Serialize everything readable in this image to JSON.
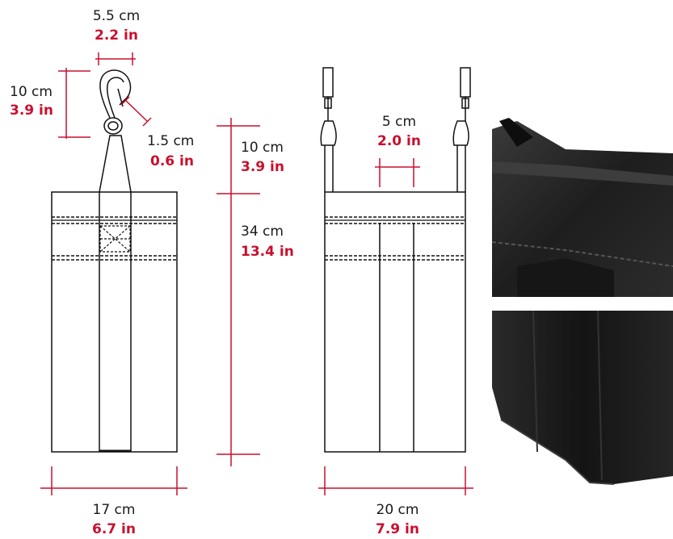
{
  "colors": {
    "dimension_line": "#c8102e",
    "dimension_text_metric": "#1a1a1a",
    "dimension_text_imperial": "#c8102e",
    "drawing_line": "#111111",
    "photo_dark": "#1c1c1c"
  },
  "dimensions": {
    "hook_width": {
      "cm": "5.5 cm",
      "in": "2.2 in"
    },
    "hook_height": {
      "cm": "10 cm",
      "in": "3.9 in"
    },
    "hook_loop": {
      "cm": "1.5 cm",
      "in": "0.6 in"
    },
    "strap_height": {
      "cm": "10 cm",
      "in": "3.9 in"
    },
    "bag_height": {
      "cm": "34 cm",
      "in": "13.4 in"
    },
    "strap_width": {
      "cm": "5 cm",
      "in": "2.0 in"
    },
    "front_width": {
      "cm": "17 cm",
      "in": "6.7 in"
    },
    "side_width": {
      "cm": "20 cm",
      "in": "7.9 in"
    }
  },
  "photos": {
    "top": {
      "subject": "close-up of bag top edge"
    },
    "bottom": {
      "subject": "close-up of bag bottom corner"
    }
  }
}
